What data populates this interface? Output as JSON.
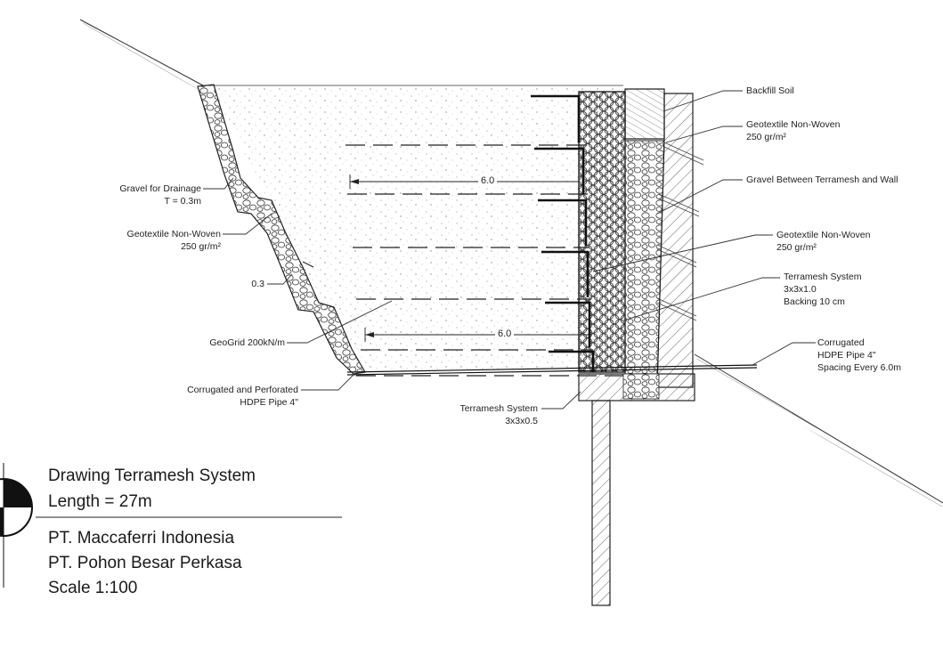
{
  "labels": {
    "backfill_soil": "Backfill Soil",
    "geotextile_top": "Geotextile Non-Woven",
    "geotextile_top_spec": "250 gr/m²",
    "gravel_between": "Gravel Between Terramesh and Wall",
    "geotextile_right": "Geotextile Non-Woven",
    "geotextile_right_spec": "250 gr/m²",
    "terramesh_main": "Terramesh System",
    "terramesh_main_size": "3x3x1.0",
    "terramesh_main_backing": "Backing 10 cm",
    "corrugated_pipe_right": "Corrugated",
    "corrugated_pipe_right_spec": "HDPE Pipe 4\"",
    "corrugated_pipe_right_spacing": "Spacing Every 6.0m",
    "gravel_drainage": "Gravel for Drainage",
    "gravel_drainage_t": "T = 0.3m",
    "geotextile_left": "Geotextile Non-Woven",
    "geotextile_left_spec": "250 gr/m²",
    "thickness": "0.3",
    "geogrid": "GeoGrid 200kN/m",
    "perforated_pipe": "Corrugated and Perforated",
    "perforated_pipe_spec": "HDPE Pipe 4\"",
    "terramesh_base": "Terramesh System",
    "terramesh_base_size": "3x3x0.5",
    "dim_upper": "6.0",
    "dim_lower": "6.0"
  },
  "title_block": {
    "drawing_title": "Drawing Terramesh System",
    "length": "Length = 27m",
    "company_1": "PT. Maccaferri Indonesia",
    "company_2": "PT. Pohon Besar Perkasa",
    "scale": "Scale 1:100"
  },
  "colors": {
    "line": "#222222",
    "fill_soil_dots": "#9a9a9a",
    "wall_hatch": "#555555",
    "background": "#ffffff"
  }
}
